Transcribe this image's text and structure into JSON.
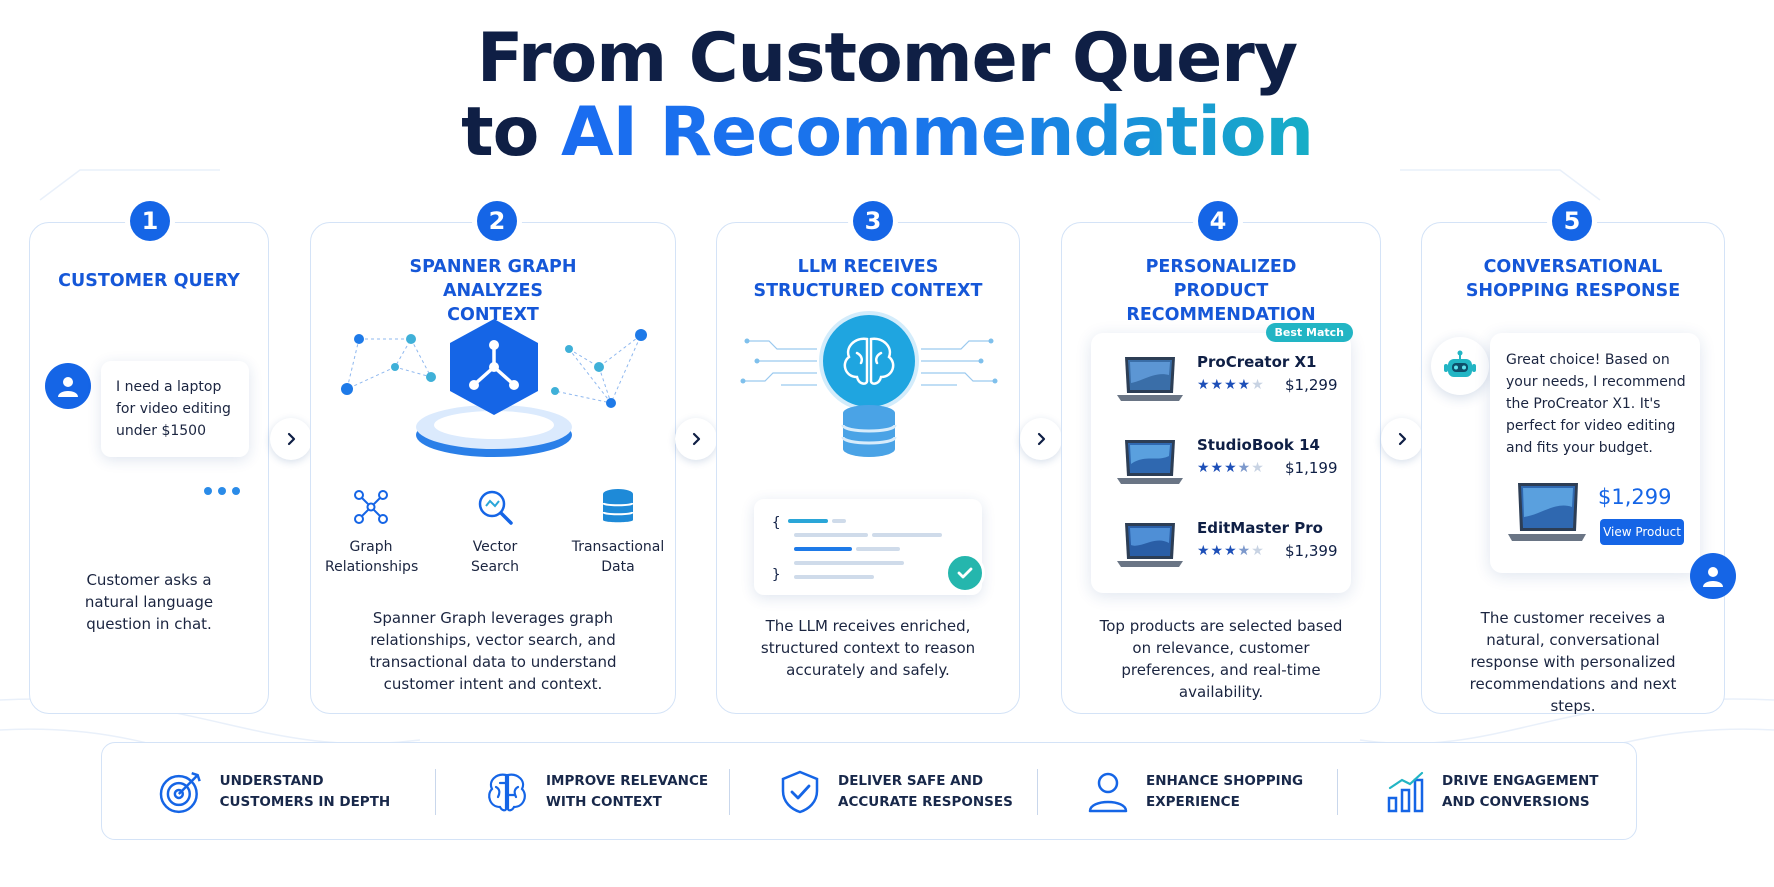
{
  "title": {
    "line1": "From Customer Query",
    "line2_prefix": "to",
    "line2_highlight": "AI Recommendation"
  },
  "colors": {
    "primary": "#1565e6",
    "accent_teal": "#22b5c4",
    "navy": "#0f1f45"
  },
  "steps": [
    {
      "number": "1",
      "title": "CUSTOMER QUERY",
      "chat_message": "I need a laptop for video editing under $1500",
      "description": "Customer asks a natural language question in chat.",
      "icons": [
        "user-icon",
        "typing-dots-icon"
      ]
    },
    {
      "number": "2",
      "title": "SPANNER GRAPH ANALYZES CONTEXT",
      "sub_items": [
        {
          "label": "Graph Relationships",
          "icon": "graph-nodes-icon"
        },
        {
          "label": "Vector Search",
          "icon": "vector-search-icon"
        },
        {
          "label": "Transactional Data",
          "icon": "database-icon"
        }
      ],
      "description": "Spanner Graph leverages graph relationships, vector search, and transactional data to understand customer intent and context."
    },
    {
      "number": "3",
      "title": "LLM RECEIVES STRUCTURED CONTEXT",
      "description": "The LLM receives enriched, structured context to reason accurately and safely.",
      "icons": [
        "brain-icon",
        "database-icon",
        "checkmark-icon"
      ]
    },
    {
      "number": "4",
      "title": "PERSONALIZED PRODUCT RECOMMENDATION",
      "best_badge": "Best Match",
      "products": [
        {
          "name": "ProCreator X1",
          "price": "$1,299",
          "rating": 4
        },
        {
          "name": "StudioBook 14",
          "price": "$1,199",
          "rating": 3.5
        },
        {
          "name": "EditMaster Pro",
          "price": "$1,399",
          "rating": 3.5
        }
      ],
      "description": "Top products are selected based on relevance, customer preferences, and real-time availability."
    },
    {
      "number": "5",
      "title": "CONVERSATIONAL SHOPPING RESPONSE",
      "response": "Great choice! Based on your needs, I recommend the ProCreator X1. It's perfect for video editing and fits your budget.",
      "price": "$1,299",
      "button_label": "View Product",
      "description": "The customer receives a natural, conversational response with personalized recommendations and next steps.",
      "icons": [
        "robot-icon",
        "user-icon"
      ]
    }
  ],
  "benefits": [
    {
      "label": "UNDERSTAND CUSTOMERS IN DEPTH",
      "icon": "target-icon"
    },
    {
      "label": "IMPROVE RELEVANCE WITH CONTEXT",
      "icon": "brain-icon"
    },
    {
      "label": "DELIVER SAFE AND ACCURATE RESPONSES",
      "icon": "shield-check-icon"
    },
    {
      "label": "ENHANCE SHOPPING EXPERIENCE",
      "icon": "person-icon"
    },
    {
      "label": "DRIVE ENGAGEMENT AND CONVERSIONS",
      "icon": "bar-chart-icon"
    }
  ]
}
